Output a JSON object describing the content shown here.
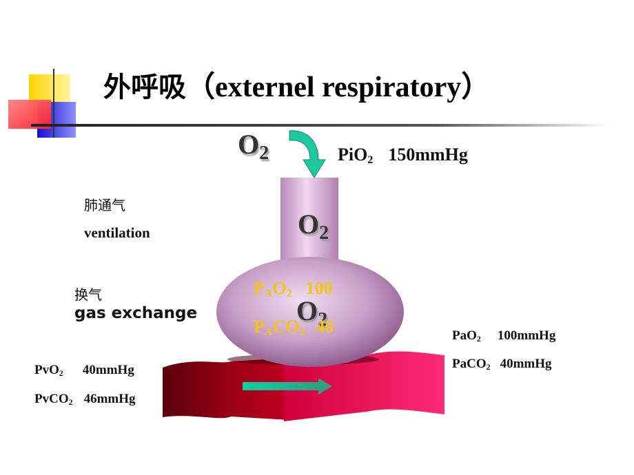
{
  "title": {
    "cn": "外呼吸",
    "en": "（externel respiratory）"
  },
  "labels": {
    "ventilation_cn": "肺通气",
    "ventilation_en": "ventilation",
    "exchange_cn": "换气",
    "exchange_en": "gas exchange"
  },
  "o2": {
    "symbol": "O",
    "subscript": "2"
  },
  "inspired": {
    "name": "PiO",
    "sub": "2",
    "value": "150mmHg"
  },
  "alveolar": {
    "o2_p": "P",
    "o2_p_sub": "A",
    "o2_gas": "O",
    "o2_gas_sub": "2",
    "o2_value": "100",
    "co2_p": "P",
    "co2_p_sub": "A",
    "co2_gas": "CO",
    "co2_gas_sub": "2",
    "co2_value": "40"
  },
  "venous": {
    "po2_name": "PvO",
    "po2_sub": "2",
    "po2_value": "40mmHg",
    "pco2_name": "PvCO",
    "pco2_sub": "2",
    "pco2_value": "46mmHg"
  },
  "arterial": {
    "po2_name": "PaO",
    "po2_sub": "2",
    "po2_value": "100mmHg",
    "pco2_name": "PaCO",
    "pco2_sub": "2",
    "pco2_value": "40mmHg"
  },
  "colors": {
    "title_rule": "#333333",
    "deco_yellow": "#ffd400",
    "deco_red": "#ff3040",
    "deco_blue": "#2020e0",
    "alveolus": "#c8a0c8",
    "venous_blood": "#8a0010",
    "arterial_blood": "#e8105a",
    "arrow": "#20c0a0",
    "alveolar_text": "#f4c514"
  }
}
